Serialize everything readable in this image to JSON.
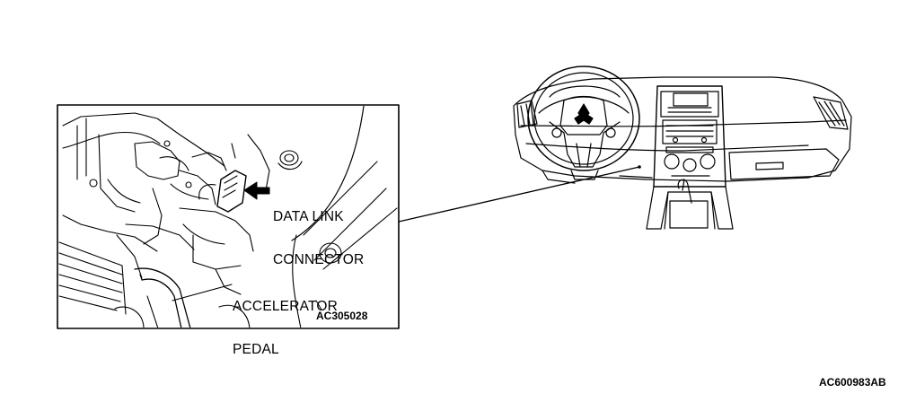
{
  "figure": {
    "figure_code": "AC600983AB",
    "inset_code": "AC305028",
    "labels": {
      "data_link_line1": "DATA LINK",
      "data_link_line2": "CONNECTOR",
      "accelerator_line1": "ACCELERATOR",
      "accelerator_line2": "PEDAL"
    }
  },
  "icons": {
    "arrow": "arrow-left-icon",
    "logo": "three-diamond-emblem-icon"
  }
}
